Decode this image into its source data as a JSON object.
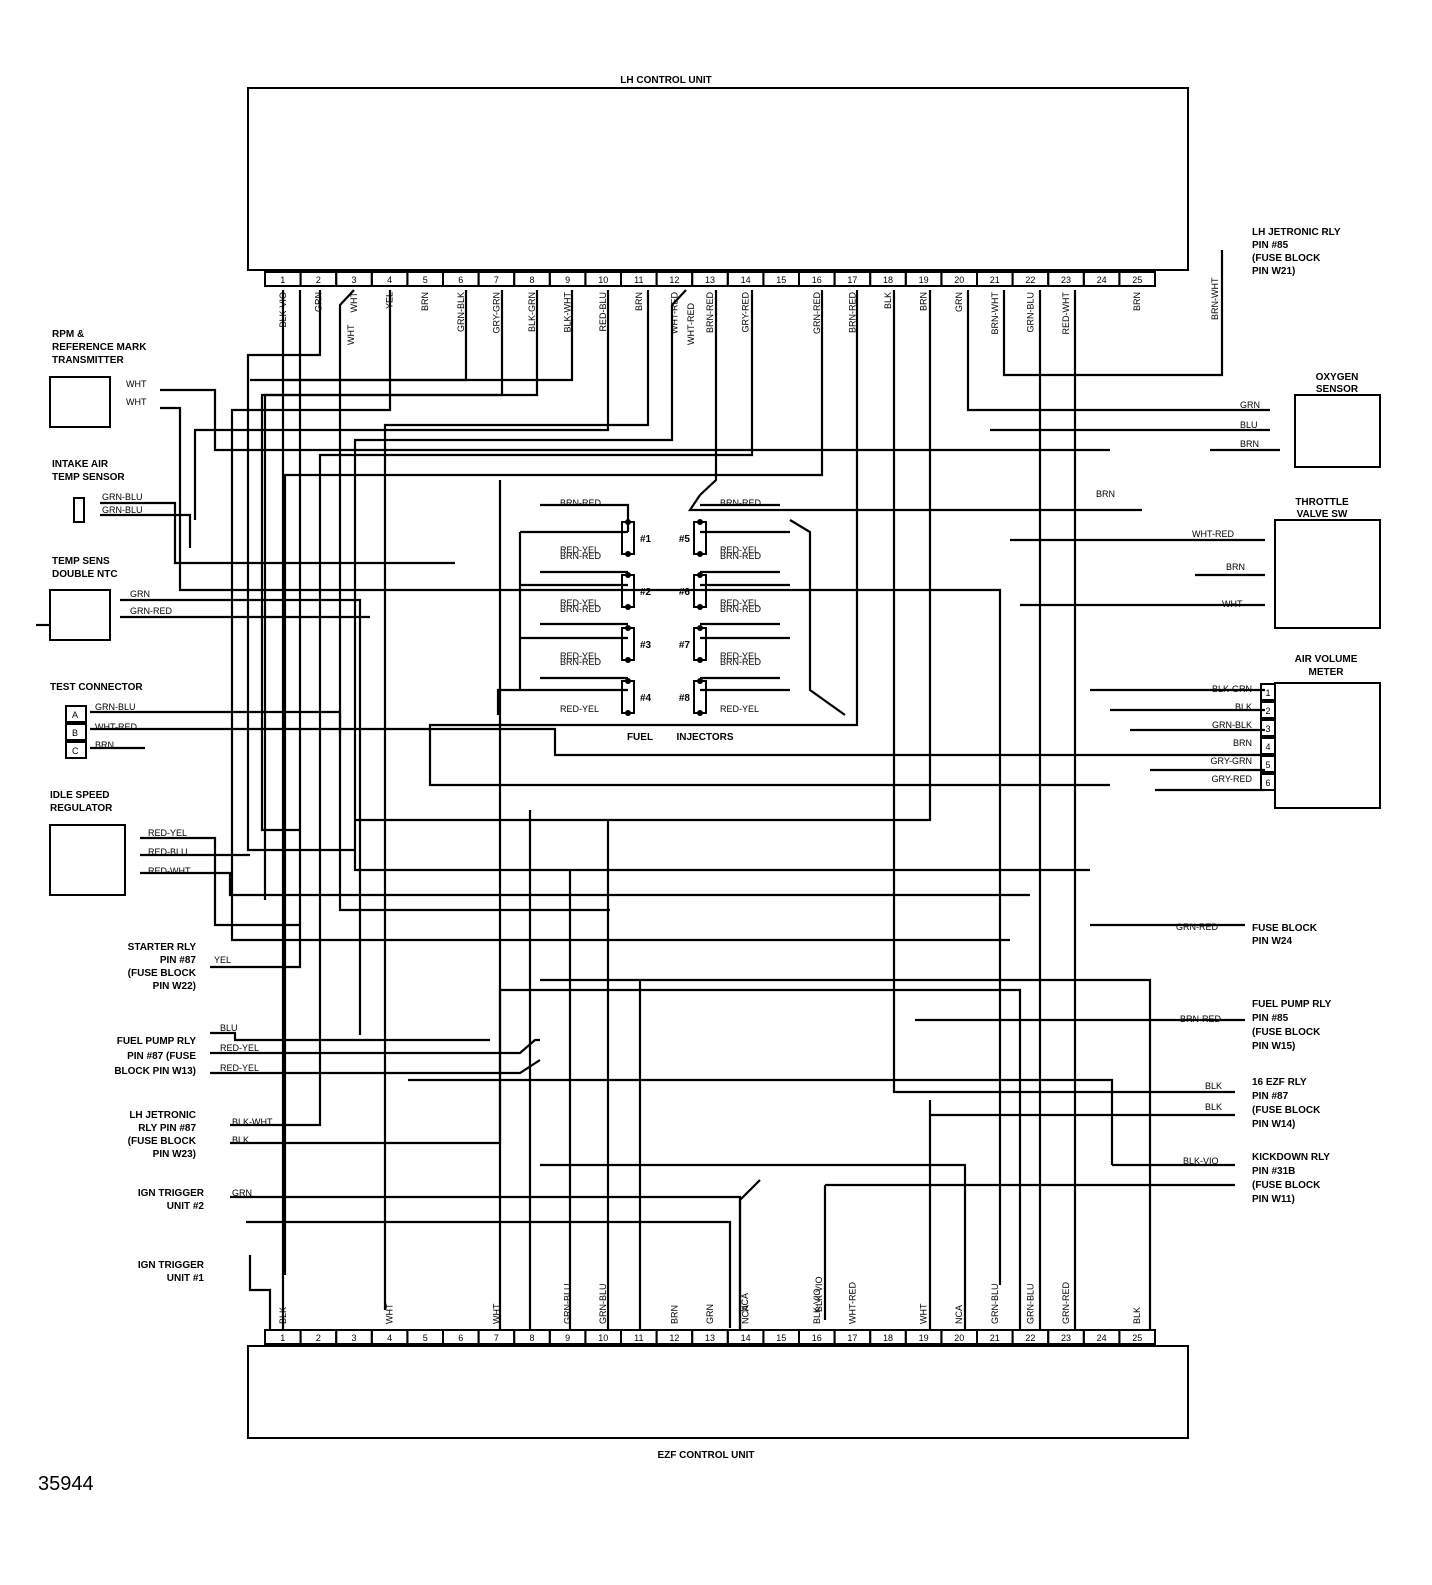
{
  "lh_unit": {
    "title": "LH CONTROL UNIT",
    "pins": [
      "1",
      "2",
      "3",
      "4",
      "5",
      "6",
      "7",
      "8",
      "9",
      "10",
      "11",
      "12",
      "13",
      "14",
      "15",
      "16",
      "17",
      "18",
      "19",
      "20",
      "21",
      "22",
      "23",
      "24",
      "25"
    ],
    "wires": [
      "BLK-VIO",
      "GRN",
      "WHT",
      "YEL",
      "BRN",
      "GRN-BLK",
      "GRY-GRN",
      "BLK-GRN",
      "BLK-WHT",
      "RED-BLU",
      "BRN",
      "WHT-RED",
      "BRN-RED",
      "GRY-RED",
      "",
      "GRN-RED",
      "BRN-RED",
      "BLK",
      "BRN",
      "GRN",
      "BRN-WHT",
      "GRN-BLU",
      "RED-WHT",
      "",
      "BRN"
    ],
    "extra_wht3": "WHT",
    "extra_wht12": "WHT-RED"
  },
  "ezf_unit": {
    "title": "EZF CONTROL UNIT",
    "pins": [
      "1",
      "2",
      "3",
      "4",
      "5",
      "6",
      "7",
      "8",
      "9",
      "10",
      "11",
      "12",
      "13",
      "14",
      "15",
      "16",
      "17",
      "18",
      "19",
      "20",
      "21",
      "22",
      "23",
      "24",
      "25"
    ],
    "wires": [
      "BLK",
      "",
      "",
      "WHT",
      "",
      "",
      "WHT",
      "",
      "GRN-BLU",
      "GRN-BLU",
      "",
      "BRN",
      "GRN",
      "NCA",
      "",
      "BLK-VIO",
      "WHT-RED",
      "",
      "WHT",
      "NCA",
      "GRN-BLU",
      "GRN-BLU",
      "GRN-RED",
      "",
      "BLK"
    ],
    "extra_nca14": "NCA",
    "extra_blkvio16": "BLK-VIO"
  },
  "left": {
    "rpm": [
      "RPM &",
      "REFERENCE MARK",
      "TRANSMITTER"
    ],
    "rpm_w1": "WHT",
    "rpm_w2": "WHT",
    "iat": [
      "INTAKE AIR",
      "TEMP SENSOR"
    ],
    "iat_w1": "GRN-BLU",
    "iat_w2": "GRN-BLU",
    "ntc": [
      "TEMP SENS",
      "DOUBLE NTC"
    ],
    "ntc_w1": "GRN",
    "ntc_w2": "GRN-RED",
    "test": "TEST CONNECTOR",
    "test_pins": [
      "A",
      "B",
      "C"
    ],
    "test_w": [
      "GRN-BLU",
      "WHT-RED",
      "BRN"
    ],
    "isr": [
      "IDLE SPEED",
      "REGULATOR"
    ],
    "isr_w": [
      "RED-YEL",
      "RED-BLU",
      "RED-WHT"
    ],
    "starter": [
      "STARTER RLY",
      "PIN #87",
      "(FUSE BLOCK",
      "PIN W22)"
    ],
    "starter_w": "YEL",
    "fuelpump": [
      "FUEL PUMP RLY",
      "PIN #87 (FUSE",
      "BLOCK PIN W13)"
    ],
    "fuelpump_w": [
      "BLU",
      "RED-YEL",
      "RED-YEL"
    ],
    "lhjet": [
      "LH JETRONIC",
      "RLY PIN #87",
      "(FUSE BLOCK",
      "PIN W23)"
    ],
    "lhjet_w": [
      "BLK-WHT",
      "BLK"
    ],
    "ign2": [
      "IGN TRIGGER",
      "UNIT #2"
    ],
    "ign2_w": "GRN",
    "ign1": [
      "IGN TRIGGER",
      "UNIT #1"
    ]
  },
  "right": {
    "lhrly": [
      "LH JETRONIC RLY",
      "PIN #85",
      "(FUSE BLOCK",
      "PIN W21)"
    ],
    "lhrly_w": "BRN-WHT",
    "oxy": [
      "OXYGEN",
      "SENSOR"
    ],
    "oxy_w": [
      "GRN",
      "BLU",
      "BRN"
    ],
    "gnd_brn": "BRN",
    "throttle": [
      "THROTTLE",
      "VALVE SW"
    ],
    "throttle_w": [
      "WHT-RED",
      "BRN",
      "WHT"
    ],
    "avm": [
      "AIR VOLUME",
      "METER"
    ],
    "avm_pins": [
      "1",
      "2",
      "3",
      "4",
      "5",
      "6"
    ],
    "avm_w": [
      "BLK-GRN",
      "BLK",
      "GRN-BLK",
      "BRN",
      "GRY-GRN",
      "GRY-RED"
    ],
    "fb24": [
      "FUSE BLOCK",
      "PIN W24"
    ],
    "fb24_w": "GRN-RED",
    "fp85": [
      "FUEL PUMP RLY",
      "PIN #85",
      "(FUSE BLOCK",
      "PIN W15)"
    ],
    "fp85_w": "BRN-RED",
    "ezf": [
      "16 EZF RLY",
      "PIN #87",
      "(FUSE BLOCK",
      "PIN W14)"
    ],
    "ezf_w": [
      "BLK",
      "BLK"
    ],
    "kick": [
      "KICKDOWN RLY",
      "PIN #31B",
      "(FUSE BLOCK",
      "PIN W11)"
    ],
    "kick_w": "BLK-VIO"
  },
  "injectors": {
    "title1": "FUEL",
    "title2": "INJECTORS",
    "left": [
      "#1",
      "#2",
      "#3",
      "#4"
    ],
    "right": [
      "#5",
      "#6",
      "#7",
      "#8"
    ],
    "brn_red": "BRN-RED",
    "red_yel": "RED-YEL"
  },
  "figure_id": "35944"
}
